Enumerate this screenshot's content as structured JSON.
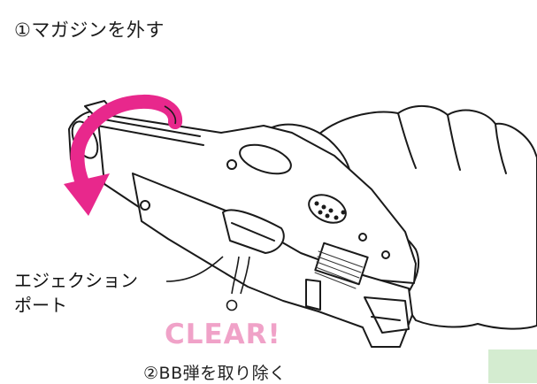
{
  "step1": {
    "number": "①",
    "text": "マガジンを外す"
  },
  "step2": {
    "number": "②",
    "text": "BB弾を取り除く"
  },
  "labels": {
    "ejection_port_line1": "エジェクション",
    "ejection_port_line2": "ポート",
    "clear": "CLEAR!"
  },
  "icons": [
    "rotation-arrow-icon",
    "pistol-illustration",
    "hand-illustration",
    "bb-pellet-icon"
  ],
  "colors": {
    "arrow": "#e8288c",
    "clear_text": "#f0a2c8",
    "line_art": "#1a1a1a",
    "corner_box": "#d4ecd0"
  }
}
